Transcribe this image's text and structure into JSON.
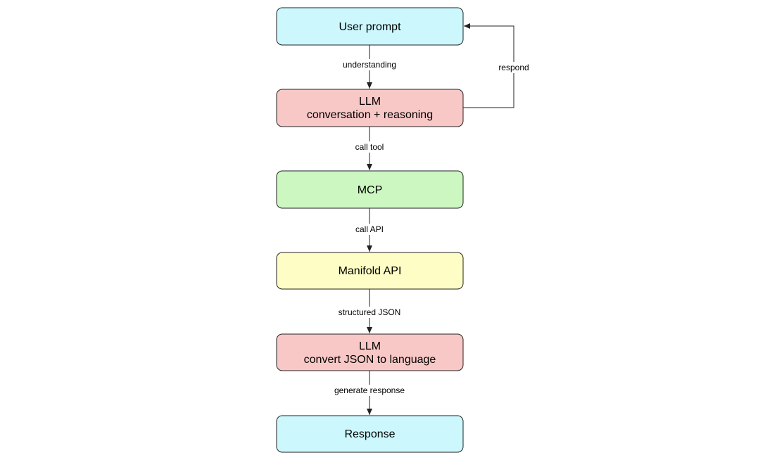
{
  "nodes": {
    "user_prompt": {
      "lines": [
        "User prompt"
      ],
      "fill": "#ccf7fd"
    },
    "llm_reasoning": {
      "lines": [
        "LLM",
        "conversation + reasoning"
      ],
      "fill": "#f8c8c6"
    },
    "mcp": {
      "lines": [
        "MCP"
      ],
      "fill": "#cdf7c1"
    },
    "manifold_api": {
      "lines": [
        "Manifold API"
      ],
      "fill": "#fdfdc5"
    },
    "llm_convert": {
      "lines": [
        "LLM",
        "convert JSON to language"
      ],
      "fill": "#f8c8c6"
    },
    "response": {
      "lines": [
        "Response"
      ],
      "fill": "#ccf7fd"
    }
  },
  "edges": {
    "understanding": "understanding",
    "call_tool": "call tool",
    "call_api": "call API",
    "structured_json": "structured JSON",
    "generate_response": "generate response",
    "respond": "respond"
  }
}
